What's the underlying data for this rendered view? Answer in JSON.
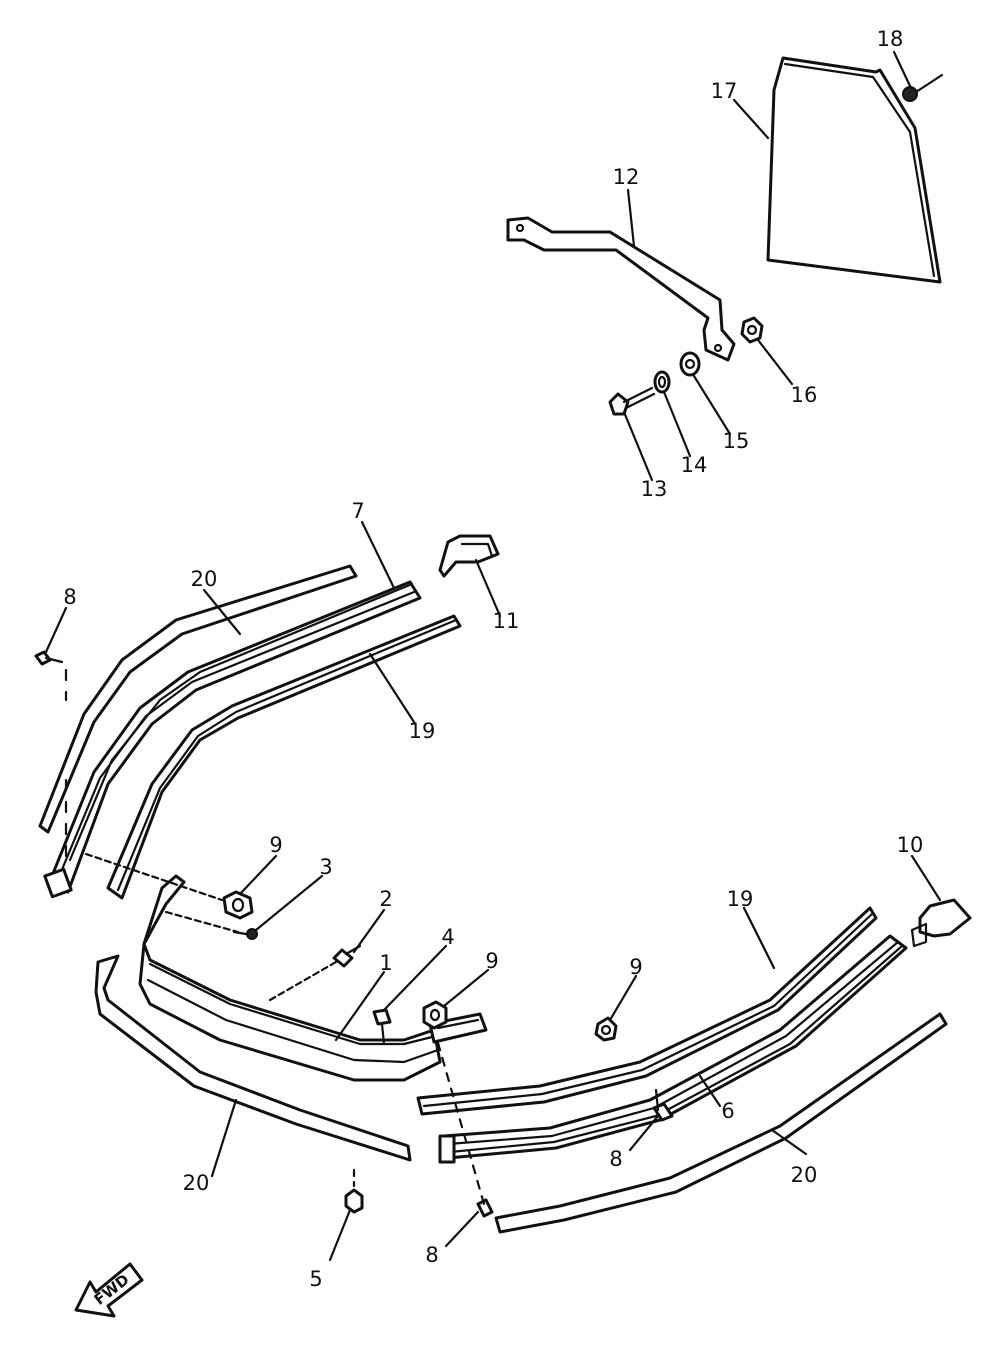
{
  "diagram": {
    "callouts": [
      "18",
      "17",
      "12",
      "16",
      "15",
      "14",
      "13",
      "7",
      "8",
      "20",
      "11",
      "19",
      "10",
      "9",
      "3",
      "2",
      "4",
      "1",
      "6",
      "5"
    ],
    "fwd_label": "FWD"
  }
}
